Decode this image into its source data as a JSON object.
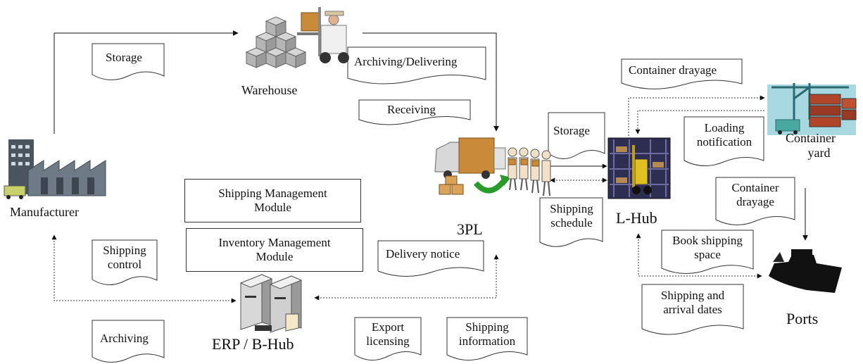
{
  "nodes": {
    "manufacturer": "Manufacturer",
    "warehouse": "Warehouse",
    "tpl": "3PL",
    "lhub": "L-Hub",
    "container_yard_line1": "Container",
    "container_yard_line2": "yard",
    "ports": "Ports",
    "erp": "ERP / B-Hub"
  },
  "modules": {
    "shipping_line1": "Shipping Management",
    "shipping_line2": "Module",
    "inventory_line1": "Inventory Management",
    "inventory_line2": "Module"
  },
  "documents": {
    "storage_top": "Storage",
    "archiving_delivering": "Archiving/Delivering",
    "receiving": "Receiving",
    "container_drayage_top": "Container drayage",
    "storage_mid": "Storage",
    "loading_notification_1": "Loading",
    "loading_notification_2": "notification",
    "container_drayage_mid_1": "Container",
    "container_drayage_mid_2": "drayage",
    "shipping_schedule_1": "Shipping",
    "shipping_schedule_2": "schedule",
    "book_shipping_1": "Book shipping",
    "book_shipping_2": "space",
    "shipping_arrival_1": "Shipping and",
    "shipping_arrival_2": "arrival dates",
    "shipping_control_1": "Shipping",
    "shipping_control_2": "control",
    "delivery_notice": "Delivery notice",
    "archiving": "Archiving",
    "export_licensing_1": "Export",
    "export_licensing_2": "licensing",
    "shipping_information_1": "Shipping",
    "shipping_information_2": "information"
  },
  "icons": {
    "manufacturer": "factory-icon",
    "warehouse": "forklift-boxes-icon",
    "tpl": "delivery-truck-workers-icon",
    "lhub": "warehouse-forklift-icon",
    "container_yard": "container-crane-icon",
    "ports": "ship-icon",
    "erp": "servers-icon"
  }
}
